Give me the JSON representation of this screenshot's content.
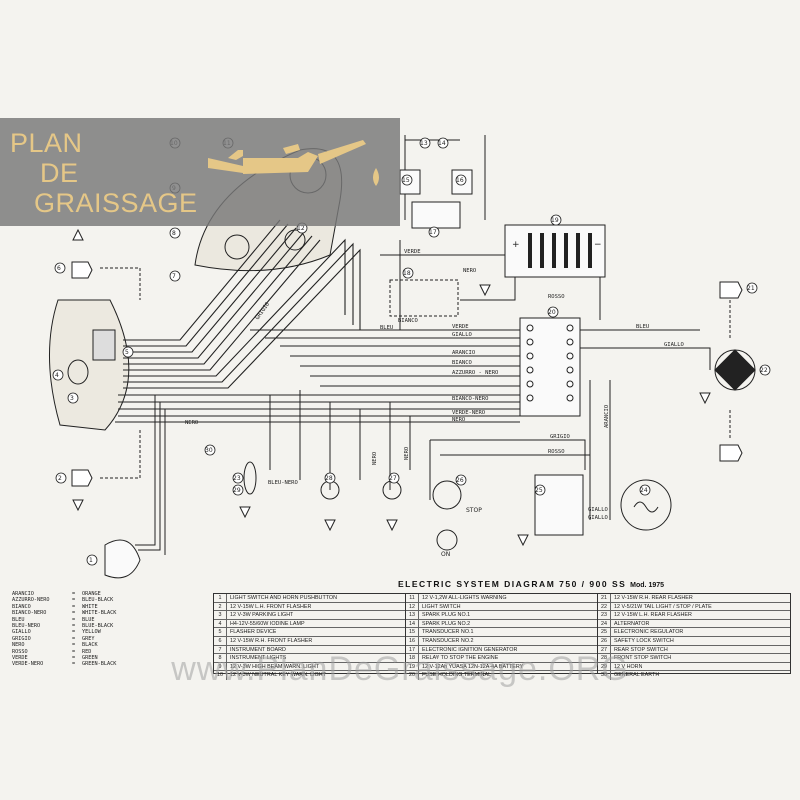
{
  "banner": {
    "lines": [
      "PLAN",
      "DE",
      "GRAISSAGE"
    ],
    "color": "#e5c787",
    "icon": "oil-can-icon"
  },
  "title": "ELECTRIC  SYSTEM  DIAGRAM  750 / 900 SS",
  "title_suffix": "Mod. 1975",
  "watermark": "www.PlanDeGraissage.ORG",
  "component_numbers": [
    "1",
    "2",
    "3",
    "4",
    "5",
    "6",
    "7",
    "8",
    "9",
    "10",
    "11",
    "12",
    "13",
    "14",
    "15",
    "16",
    "17",
    "18",
    "19",
    "20",
    "21",
    "22",
    "23",
    "24",
    "25",
    "26",
    "27",
    "28",
    "29",
    "30"
  ],
  "wire_labels": {
    "verde": "VERDE",
    "giallo": "GIALLO",
    "bleu": "BLEU",
    "arancio": "ARANCIO",
    "bianco": "BIANCO",
    "azzurro_nero": "AZZURRO - NERO",
    "bianco_nero": "BIANCO-NERO",
    "verde_nero": "VERDE-NERO",
    "nero": "NERO",
    "grigio": "GRIGIO",
    "rosso": "ROSSO",
    "bleu_nero": "BLEU-NERO",
    "verde_stem": "VERDE",
    "bianco_stem": "BIANCO",
    "rosso_vert": "ROSSO",
    "arancio_vert": "ARANCIO",
    "grigio_diag": "GRIGIO",
    "nero_vert1": "NERO",
    "nero_vert2": "NERO",
    "nero_vert3": "NERO",
    "nero_relay": "NERO",
    "bleu_right": "BLEU",
    "giallo_right": "GIALLO",
    "giallo_alt1": "GIALLO",
    "giallo_alt2": "GIALLO"
  },
  "switch_labels": {
    "stop": "STOP",
    "on": "ON"
  },
  "battery_signs": {
    "plus": "+",
    "minus": "−"
  },
  "legend": [
    {
      "it": "ARANCIO",
      "en": "ORANGE"
    },
    {
      "it": "AZZURRO-NERO",
      "en": "BLEU-BLACK"
    },
    {
      "it": "BIANCO",
      "en": "WHITE"
    },
    {
      "it": "BIANCO-NERO",
      "en": "WHITE-BLACK"
    },
    {
      "it": "BLEU",
      "en": "BLUE"
    },
    {
      "it": "BLEU-NERO",
      "en": "BLUE-BLACK"
    },
    {
      "it": "GIALLO",
      "en": "YELLOW"
    },
    {
      "it": "GRIGIO",
      "en": "GREY"
    },
    {
      "it": "NERO",
      "en": "BLACK"
    },
    {
      "it": "ROSSO",
      "en": "RED"
    },
    {
      "it": "VERDE",
      "en": "GREEN"
    },
    {
      "it": "VERDE-NERO",
      "en": "GREEN-BLACK"
    }
  ],
  "legend_sep": "=",
  "components": [
    {
      "n": "1",
      "d": "LIGHT SWITCH AND HORN PUSHBUTTON"
    },
    {
      "n": "2",
      "d": "12 V-15W L.H. FRONT FLASHER"
    },
    {
      "n": "3",
      "d": "12 V-3W PARKING LIGHT"
    },
    {
      "n": "4",
      "d": "H4-12V-55/60W IODINE LAMP"
    },
    {
      "n": "5",
      "d": "FLASHER DEVICE"
    },
    {
      "n": "6",
      "d": "12 V-15W R.H. FRONT FLASHER"
    },
    {
      "n": "7",
      "d": "INSTRUMENT BOARD"
    },
    {
      "n": "8",
      "d": "INSTRUMENT LIGHTS"
    },
    {
      "n": "9",
      "d": "12 V-3W HIGH BEAM WARN. LIGHT"
    },
    {
      "n": "10",
      "d": "12 V-3W NEUTRAL KEY WARN. LIGHT"
    },
    {
      "n": "11",
      "d": "12 V-1,2W ALL-LIGHTS WARNING"
    },
    {
      "n": "12",
      "d": "LIGHT SWITCH"
    },
    {
      "n": "13",
      "d": "SPARK PLUG NO.1"
    },
    {
      "n": "14",
      "d": "SPARK PLUG NO.2"
    },
    {
      "n": "15",
      "d": "TRANSDUCER NO.1"
    },
    {
      "n": "16",
      "d": "TRANSDUCER NO.2"
    },
    {
      "n": "17",
      "d": "ELECTRONIC IGNITION GENERATOR"
    },
    {
      "n": "18",
      "d": "RELAY TO STOP THE ENGINE"
    },
    {
      "n": "19",
      "d": "12 V-12Ah YUASA 12N-12A-4A BATTERY"
    },
    {
      "n": "20",
      "d": "FUSE HOLDING TERMINAL"
    },
    {
      "n": "21",
      "d": "12 V-15W R.H. REAR FLASHER"
    },
    {
      "n": "22",
      "d": "12 V-5/21W TAIL  LIGHT / STOP / PLATE"
    },
    {
      "n": "23",
      "d": "12 V-15W L.H. REAR FLASHER"
    },
    {
      "n": "24",
      "d": "ALTERNATOR"
    },
    {
      "n": "25",
      "d": "ELECTRONIC REGULATOR"
    },
    {
      "n": "26",
      "d": "SAFETY LOCK SWITCH"
    },
    {
      "n": "27",
      "d": "REAR STOP SWITCH"
    },
    {
      "n": "28",
      "d": "FRONT STOP SWITCH"
    },
    {
      "n": "29",
      "d": "12 V HORN"
    },
    {
      "n": "30",
      "d": "GENERAL EARTH"
    }
  ]
}
